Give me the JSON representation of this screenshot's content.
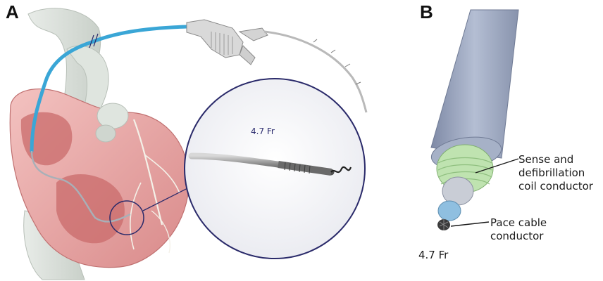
{
  "panels": {
    "a": {
      "letter": "A",
      "zoom_label": "4.7 Fr"
    },
    "b": {
      "letter": "B",
      "label_coil": "Sense and defibrillation coil conductor",
      "label_pace": "Pace cable conductor",
      "label_size": "4.7 Fr"
    }
  },
  "colors": {
    "catheter_blue": "#3aa6d6",
    "heart_pink": "#e8a0a0",
    "zoom_circle": "#2a2a6a",
    "lead_outer": "#9aa6bf",
    "coil_green": "#bfe3b0",
    "pace_blue": "#8fbfe0"
  },
  "icons": [
    "heart-illustration",
    "catheter-handle",
    "lead-tip-zoom",
    "lead-cross-section"
  ]
}
